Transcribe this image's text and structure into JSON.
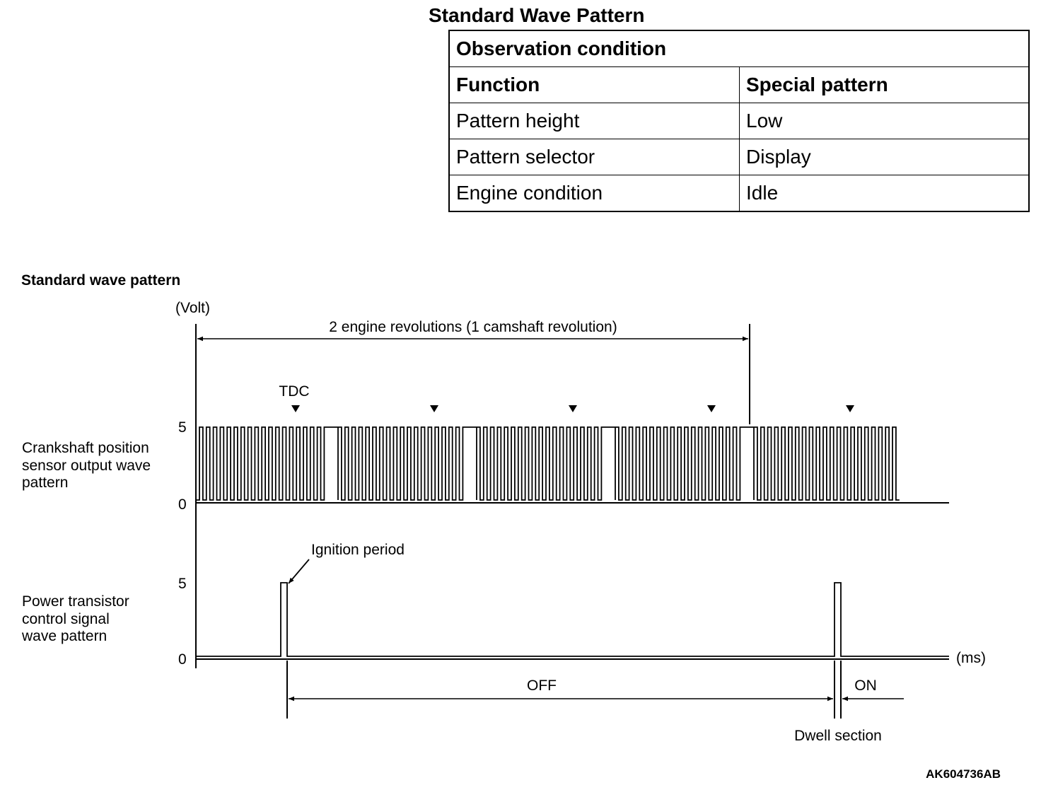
{
  "table": {
    "title": "Standard Wave Pattern",
    "header": "Observation condition",
    "col_headers": [
      "Function",
      "Special pattern"
    ],
    "rows": [
      [
        "Pattern height",
        "Low"
      ],
      [
        "Pattern selector",
        "Display"
      ],
      [
        "Engine condition",
        "Idle"
      ]
    ]
  },
  "diagram": {
    "title": "Standard wave pattern",
    "y_unit": "(Volt)",
    "x_unit": "(ms)",
    "revolution_label": "2 engine revolutions (1 camshaft revolution)",
    "tdc_label": "TDC",
    "crank": {
      "label_lines": [
        "Crankshaft position",
        "sensor output wave",
        "pattern"
      ],
      "y_ticks": [
        "5",
        "0"
      ],
      "teeth_per_group": 18,
      "group_count": 5,
      "missing_teeth_per_group": 2
    },
    "power": {
      "label_lines": [
        "Power transistor",
        "control signal",
        "wave pattern"
      ],
      "y_ticks": [
        "5",
        "0"
      ],
      "ignition_label": "Ignition period"
    },
    "off_label": "OFF",
    "on_label": "ON",
    "dwell_label": "Dwell section"
  },
  "figure_id": "AK604736AB"
}
